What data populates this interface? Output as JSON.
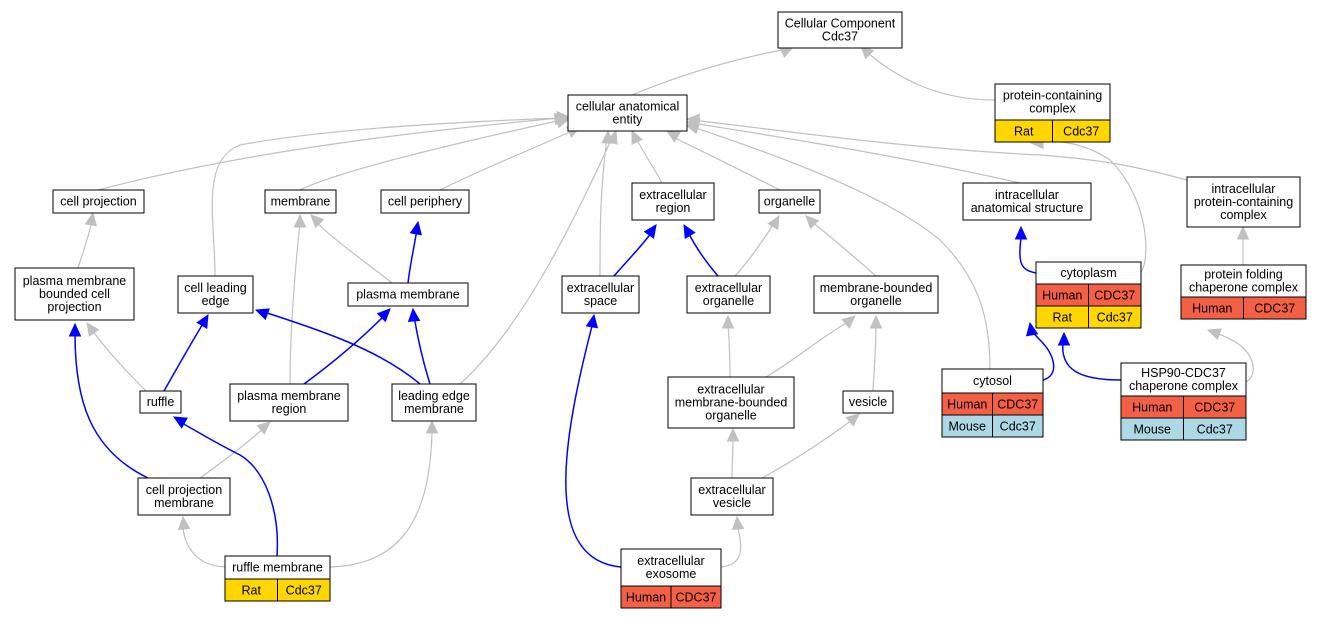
{
  "colors": {
    "is_a_edge": "#c0c0c0",
    "part_of_edge": "#0000ff",
    "human": "#f46046",
    "rat": "#ffd600",
    "mouse": "#add8e6",
    "node_border": "#000000",
    "node_fill": "#ffffff"
  },
  "nodes": [
    {
      "id": "cc",
      "lines": [
        "Cellular Component",
        "Cdc37"
      ]
    },
    {
      "id": "cae",
      "lines": [
        "cellular anatomical",
        "entity"
      ]
    },
    {
      "id": "pcc",
      "lines": [
        "protein-containing",
        "complex"
      ],
      "annotations": [
        {
          "species": "Rat",
          "gene": "Cdc37"
        }
      ]
    },
    {
      "id": "cellproj",
      "lines": [
        "cell projection"
      ]
    },
    {
      "id": "membrane",
      "lines": [
        "membrane"
      ]
    },
    {
      "id": "cellper",
      "lines": [
        "cell periphery"
      ]
    },
    {
      "id": "ecregion",
      "lines": [
        "extracellular",
        "region"
      ]
    },
    {
      "id": "organelle",
      "lines": [
        "organelle"
      ]
    },
    {
      "id": "ias",
      "lines": [
        "intracellular",
        "anatomical structure"
      ]
    },
    {
      "id": "ipcc",
      "lines": [
        "intracellular",
        "protein-containing",
        "complex"
      ]
    },
    {
      "id": "pmbcp",
      "lines": [
        "plasma membrane",
        "bounded cell",
        "projection"
      ]
    },
    {
      "id": "cle",
      "lines": [
        "cell leading",
        "edge"
      ]
    },
    {
      "id": "pm",
      "lines": [
        "plasma membrane"
      ]
    },
    {
      "id": "ecspace",
      "lines": [
        "extracellular",
        "space"
      ]
    },
    {
      "id": "ecorg",
      "lines": [
        "extracellular",
        "organelle"
      ]
    },
    {
      "id": "mbo",
      "lines": [
        "membrane-bounded",
        "organelle"
      ]
    },
    {
      "id": "cytoplasm",
      "lines": [
        "cytoplasm"
      ],
      "annotations": [
        {
          "species": "Human",
          "gene": "CDC37"
        },
        {
          "species": "Rat",
          "gene": "Cdc37"
        }
      ]
    },
    {
      "id": "pfcc",
      "lines": [
        "protein folding",
        "chaperone complex"
      ],
      "annotations": [
        {
          "species": "Human",
          "gene": "CDC37"
        }
      ]
    },
    {
      "id": "ruffle",
      "lines": [
        "ruffle"
      ]
    },
    {
      "id": "pmr",
      "lines": [
        "plasma membrane",
        "region"
      ]
    },
    {
      "id": "lem",
      "lines": [
        "leading edge",
        "membrane"
      ]
    },
    {
      "id": "ecmbo",
      "lines": [
        "extracellular",
        "membrane-bounded",
        "organelle"
      ]
    },
    {
      "id": "vesicle",
      "lines": [
        "vesicle"
      ]
    },
    {
      "id": "cytosol",
      "lines": [
        "cytosol"
      ],
      "annotations": [
        {
          "species": "Human",
          "gene": "CDC37"
        },
        {
          "species": "Mouse",
          "gene": "Cdc37"
        }
      ]
    },
    {
      "id": "hsp90",
      "lines": [
        "HSP90-CDC37",
        "chaperone complex"
      ],
      "annotations": [
        {
          "species": "Human",
          "gene": "CDC37"
        },
        {
          "species": "Mouse",
          "gene": "Cdc37"
        }
      ]
    },
    {
      "id": "cpm",
      "lines": [
        "cell projection",
        "membrane"
      ]
    },
    {
      "id": "ecves",
      "lines": [
        "extracellular",
        "vesicle"
      ]
    },
    {
      "id": "rufmem",
      "lines": [
        "ruffle membrane"
      ],
      "annotations": [
        {
          "species": "Rat",
          "gene": "Cdc37"
        }
      ]
    },
    {
      "id": "exosome",
      "lines": [
        "extracellular",
        "exosome"
      ],
      "annotations": [
        {
          "species": "Human",
          "gene": "CDC37"
        }
      ]
    }
  ],
  "edges": [
    {
      "from": "cae",
      "to": "cc",
      "type": "is_a"
    },
    {
      "from": "pcc",
      "to": "cc",
      "type": "is_a"
    },
    {
      "from": "cellproj",
      "to": "cae",
      "type": "is_a"
    },
    {
      "from": "membrane",
      "to": "cae",
      "type": "is_a"
    },
    {
      "from": "cellper",
      "to": "cae",
      "type": "is_a"
    },
    {
      "from": "cle",
      "to": "cae",
      "type": "is_a"
    },
    {
      "from": "ecregion",
      "to": "cae",
      "type": "is_a"
    },
    {
      "from": "organelle",
      "to": "cae",
      "type": "is_a"
    },
    {
      "from": "ias",
      "to": "cae",
      "type": "is_a"
    },
    {
      "from": "ecspace",
      "to": "cae",
      "type": "is_a"
    },
    {
      "from": "lem",
      "to": "cae",
      "type": "is_a"
    },
    {
      "from": "cytosol",
      "to": "cae",
      "type": "is_a"
    },
    {
      "from": "ipcc",
      "to": "cae",
      "type": "is_a"
    },
    {
      "from": "cytoplasm",
      "to": "pcc",
      "type": "is_a"
    },
    {
      "from": "pmbcp",
      "to": "cellproj",
      "type": "is_a"
    },
    {
      "from": "pm",
      "to": "membrane",
      "type": "is_a"
    },
    {
      "from": "pmr",
      "to": "membrane",
      "type": "is_a"
    },
    {
      "from": "pm",
      "to": "cellper",
      "type": "part_of"
    },
    {
      "from": "ecspace",
      "to": "ecregion",
      "type": "part_of"
    },
    {
      "from": "ecorg",
      "to": "ecregion",
      "type": "part_of"
    },
    {
      "from": "ecorg",
      "to": "organelle",
      "type": "is_a"
    },
    {
      "from": "mbo",
      "to": "organelle",
      "type": "is_a"
    },
    {
      "from": "cytoplasm",
      "to": "ias",
      "type": "part_of"
    },
    {
      "from": "pfcc",
      "to": "ipcc",
      "type": "is_a"
    },
    {
      "from": "ruffle",
      "to": "pmbcp",
      "type": "is_a"
    },
    {
      "from": "ruffle",
      "to": "cle",
      "type": "part_of"
    },
    {
      "from": "lem",
      "to": "cle",
      "type": "part_of"
    },
    {
      "from": "pmr",
      "to": "pm",
      "type": "part_of"
    },
    {
      "from": "lem",
      "to": "pm",
      "type": "part_of"
    },
    {
      "from": "ecmbo",
      "to": "ecorg",
      "type": "is_a"
    },
    {
      "from": "ecmbo",
      "to": "mbo",
      "type": "is_a"
    },
    {
      "from": "vesicle",
      "to": "mbo",
      "type": "is_a"
    },
    {
      "from": "cytosol",
      "to": "cytoplasm",
      "type": "part_of"
    },
    {
      "from": "hsp90",
      "to": "cytoplasm",
      "type": "part_of"
    },
    {
      "from": "hsp90",
      "to": "pfcc",
      "type": "is_a"
    },
    {
      "from": "cpm",
      "to": "pmbcp",
      "type": "part_of"
    },
    {
      "from": "cpm",
      "to": "pmr",
      "type": "is_a"
    },
    {
      "from": "ecves",
      "to": "ecmbo",
      "type": "is_a"
    },
    {
      "from": "ecves",
      "to": "vesicle",
      "type": "is_a"
    },
    {
      "from": "rufmem",
      "to": "cpm",
      "type": "is_a"
    },
    {
      "from": "rufmem",
      "to": "ruffle",
      "type": "part_of"
    },
    {
      "from": "rufmem",
      "to": "lem",
      "type": "is_a"
    },
    {
      "from": "exosome",
      "to": "ecspace",
      "type": "part_of"
    },
    {
      "from": "exosome",
      "to": "ecves",
      "type": "is_a"
    }
  ]
}
